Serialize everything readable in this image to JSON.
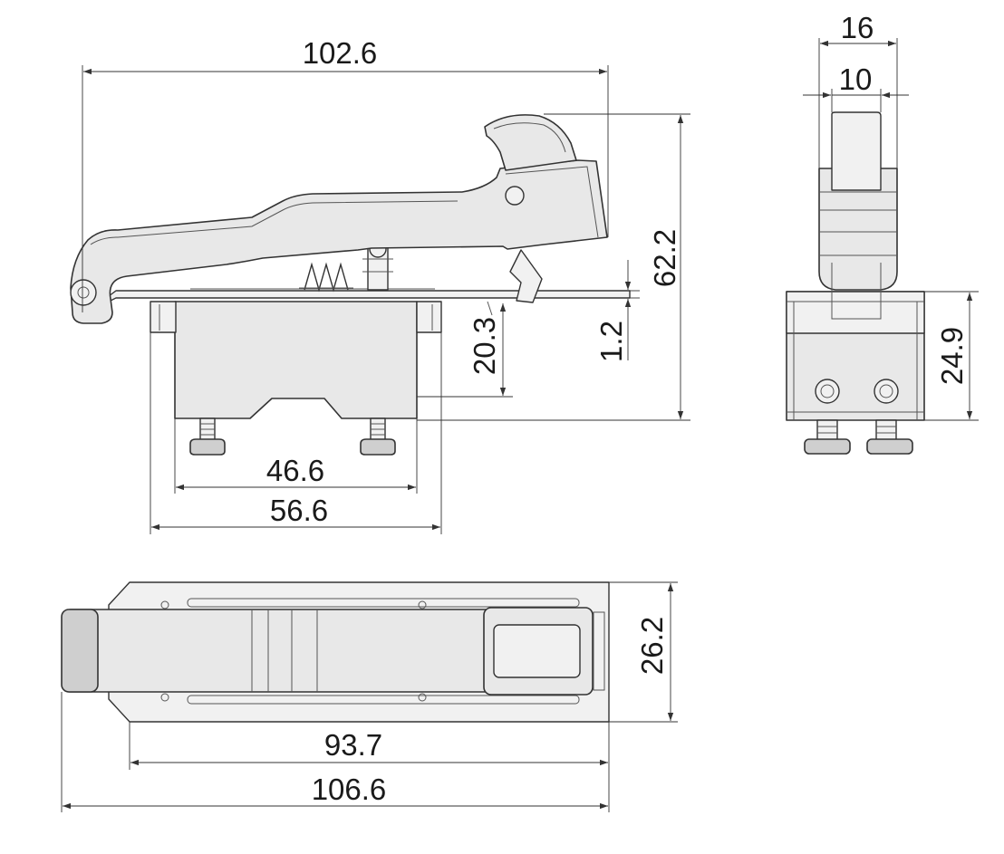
{
  "dimensions": {
    "overall_length_side": "102.6",
    "overall_height": "62.2",
    "plate_thickness": "1.2",
    "body_depth": "20.3",
    "screw_pitch": "46.6",
    "body_length": "56.6",
    "end_outer_width": "16",
    "end_inner_width": "10",
    "end_body_height": "24.9",
    "plate_width": "26.2",
    "hole_pitch_top": "93.7",
    "overall_length_top": "106.6"
  },
  "colors": {
    "part_fill": "#e8e8e8",
    "line": "#333333"
  }
}
